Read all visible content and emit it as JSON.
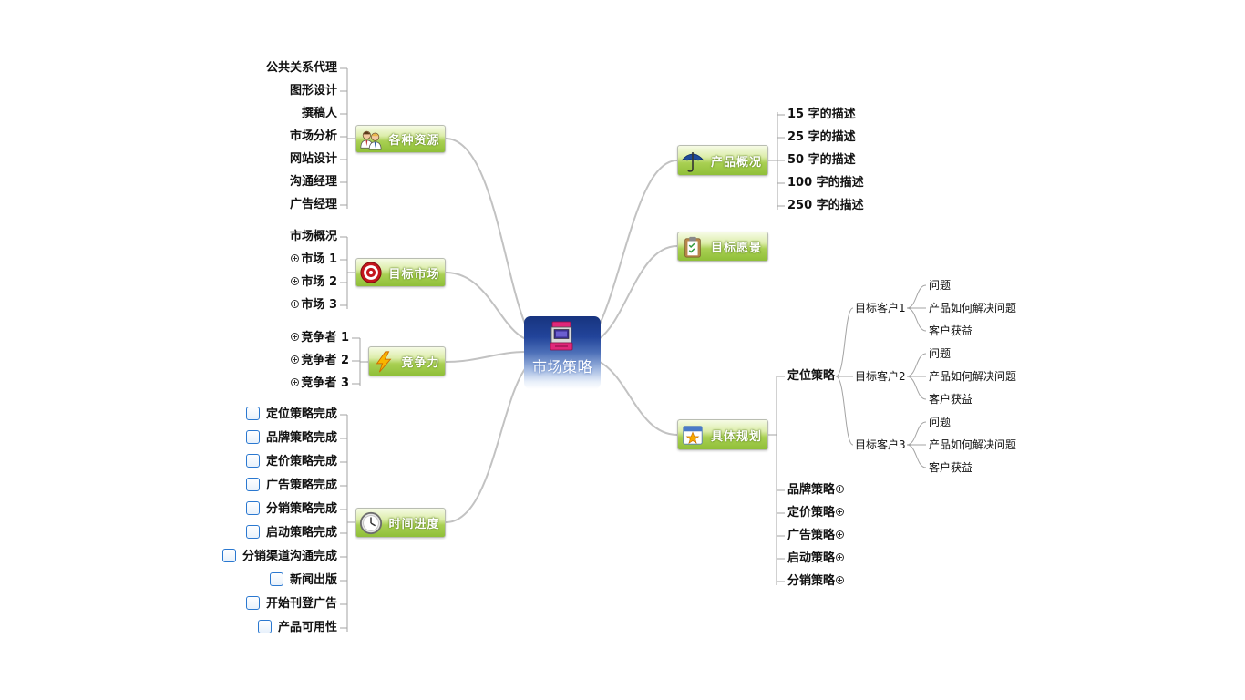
{
  "central_topic": {
    "label": "市场策略",
    "icon": "arcade-machine-icon"
  },
  "resources": {
    "label": "各种资源",
    "icon": "people-icon",
    "items": [
      "公共关系代理",
      "图形设计",
      "撰稿人",
      "市场分析",
      "网站设计",
      "沟通经理",
      "广告经理"
    ]
  },
  "target_market": {
    "label": "目标市场",
    "icon": "target-icon",
    "items": [
      {
        "label": "市场概况",
        "collapsed": false
      },
      {
        "label": "市场 1",
        "collapsed": true
      },
      {
        "label": "市场 2",
        "collapsed": true
      },
      {
        "label": "市场 3",
        "collapsed": true
      }
    ]
  },
  "competition": {
    "label": "竞争力",
    "icon": "lightning-icon",
    "items": [
      {
        "label": "竞争者 1",
        "collapsed": true
      },
      {
        "label": "竞争者 2",
        "collapsed": true
      },
      {
        "label": "竞争者 3",
        "collapsed": true
      }
    ]
  },
  "schedule": {
    "label": "时间进度",
    "icon": "clock-icon",
    "tasks": [
      {
        "label": "定位策略完成",
        "done": false
      },
      {
        "label": "品牌策略完成",
        "done": false
      },
      {
        "label": "定价策略完成",
        "done": false
      },
      {
        "label": "广告策略完成",
        "done": false
      },
      {
        "label": "分销策略完成",
        "done": false
      },
      {
        "label": "启动策略完成",
        "done": false
      },
      {
        "label": "分销渠道沟通完成",
        "done": false
      },
      {
        "label": "新闻出版",
        "done": false
      },
      {
        "label": "开始刊登广告",
        "done": false
      },
      {
        "label": "产品可用性",
        "done": false
      }
    ]
  },
  "product_overview": {
    "label": "产品概况",
    "icon": "umbrella-icon",
    "items": [
      "15 字的描述",
      "25 字的描述",
      "50 字的描述",
      "100 字的描述",
      "250 字的描述"
    ]
  },
  "target_vision": {
    "label": "目标愿景",
    "icon": "clipboard-icon"
  },
  "detailed_plan": {
    "label": "具体规划",
    "icon": "calendar-star-icon",
    "positioning": {
      "label": "定位策略",
      "customers": [
        {
          "label": "目标客户1",
          "items": [
            "问题",
            "产品如何解决问题",
            "客户获益"
          ]
        },
        {
          "label": "目标客户2",
          "items": [
            "问题",
            "产品如何解决问题",
            "客户获益"
          ]
        },
        {
          "label": "目标客户3",
          "items": [
            "问题",
            "产品如何解决问题",
            "客户获益"
          ]
        }
      ]
    },
    "strategies": [
      {
        "label": "品牌策略",
        "collapsed": true
      },
      {
        "label": "定价策略",
        "collapsed": true
      },
      {
        "label": "广告策略",
        "collapsed": true
      },
      {
        "label": "启动策略",
        "collapsed": true
      },
      {
        "label": "分销策略",
        "collapsed": true
      }
    ]
  },
  "colors": {
    "topic_green": "#8fbf38",
    "central_blue": "#1b3988",
    "connector_gray": "#c2c2c2",
    "checkbox_blue": "#2a78d0",
    "target_red": "#c4161c"
  }
}
